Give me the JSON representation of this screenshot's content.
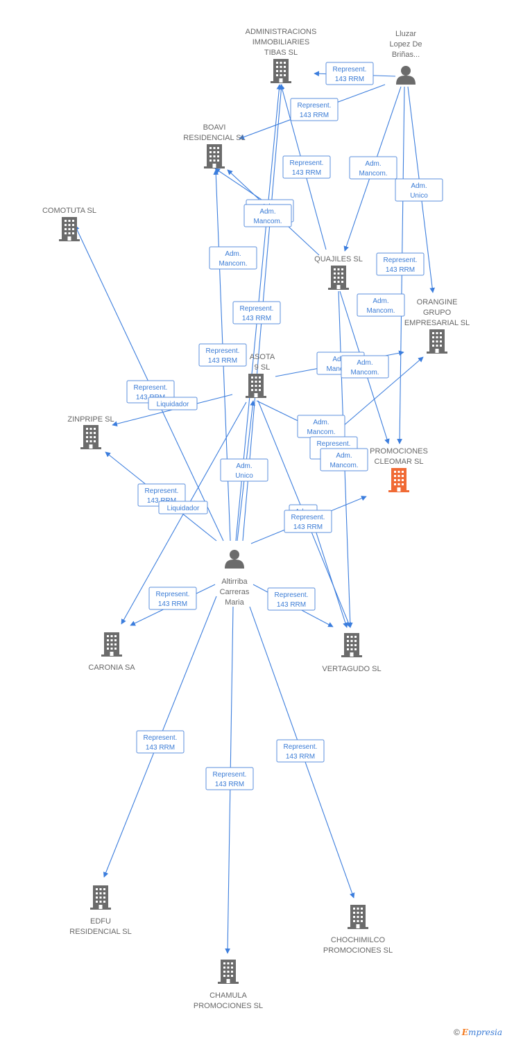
{
  "colors": {
    "edge": "#3b7ddd",
    "building": "#6b6b6b",
    "building_highlight": "#f06a35",
    "person": "#6b6b6b",
    "label": "#666666",
    "edge_label": "#3a7bd5"
  },
  "nodes": [
    {
      "id": "admin",
      "lines": [
        "ADMINISTRACIONS",
        "IMMOBILIARIES",
        "TIBAS SL"
      ],
      "icon": "building-icon"
    },
    {
      "id": "lluzar",
      "lines": [
        "Lluzar",
        "Lopez De",
        "Briñas..."
      ],
      "icon": "person-icon"
    },
    {
      "id": "boavi",
      "lines": [
        "BOAVI",
        "RESIDENCIAL SL"
      ],
      "icon": "building-icon"
    },
    {
      "id": "comotuta",
      "lines": [
        "COMOTUTA SL"
      ],
      "icon": "building-icon"
    },
    {
      "id": "quajiles",
      "lines": [
        "QUAJILES SL"
      ],
      "icon": "building-icon"
    },
    {
      "id": "orangine",
      "lines": [
        "ORANGINE",
        "GRUPO",
        "EMPRESARIAL SL"
      ],
      "icon": "building-icon"
    },
    {
      "id": "asota",
      "lines": [
        "ASOTA",
        "9 SL"
      ],
      "icon": "building-icon"
    },
    {
      "id": "zinpripe",
      "lines": [
        "ZINPRIPE SL"
      ],
      "icon": "building-icon"
    },
    {
      "id": "promociones",
      "lines": [
        "PROMOCIONES",
        "CLEOMAR SL"
      ],
      "icon": "building-icon"
    },
    {
      "id": "altirriba",
      "lines": [
        "Altirriba",
        "Carreras",
        "Maria"
      ],
      "icon": "person-icon"
    },
    {
      "id": "caronia",
      "lines": [
        "CARONIA SA"
      ],
      "icon": "building-icon"
    },
    {
      "id": "vertagudo",
      "lines": [
        "VERTAGUDO SL"
      ],
      "icon": "building-icon"
    },
    {
      "id": "edfu",
      "lines": [
        "EDFU",
        "RESIDENCIAL SL"
      ],
      "icon": "building-icon"
    },
    {
      "id": "chochimilco",
      "lines": [
        "CHOCHIMILCO",
        "PROMOCIONES SL"
      ],
      "icon": "building-icon"
    },
    {
      "id": "chamula",
      "lines": [
        "CHAMULA",
        "PROMOCIONES SL"
      ],
      "icon": "building-icon"
    }
  ],
  "edge_labels": [
    [
      "Represent.",
      "143 RRM"
    ],
    [
      "Represent.",
      "143 RRM"
    ],
    [
      "Adm.",
      "Mancom."
    ],
    [
      "Adm.",
      "Unico"
    ],
    [
      "Represent.",
      "143 RRM"
    ],
    [
      "Adm.",
      "Mancom."
    ],
    [
      "Adm.",
      "Mancom."
    ],
    [
      "Adm.",
      "Mancom."
    ],
    [
      "Represent.",
      "143 RRM"
    ],
    [
      "Adm.",
      "Mancom."
    ],
    [
      "Represent.",
      "143 RRM"
    ],
    [
      "Represent.",
      "143 RRM"
    ],
    [
      "Adm.",
      "Mancom."
    ],
    [
      "Adm.",
      "Mancom."
    ],
    [
      "Represent.",
      "143 RRM"
    ],
    [
      "Liquidador"
    ],
    [
      "Adm.",
      "Mancom."
    ],
    [
      "Represent.",
      "1"
    ],
    [
      "Adm.",
      "Mancom."
    ],
    [
      "Adm.",
      "Unico"
    ],
    [
      "Represent.",
      "143 RRM"
    ],
    [
      "Liquidador"
    ],
    [
      "Adm."
    ],
    [
      "Represent.",
      "143 RRM"
    ],
    [
      "Represent.",
      "143 RRM"
    ],
    [
      "Represent.",
      "143 RRM"
    ],
    [
      "Represent.",
      "143 RRM"
    ],
    [
      "Represent.",
      "143 RRM"
    ],
    [
      "Represent.",
      "143 RRM"
    ]
  ],
  "footer": {
    "copyright": "©",
    "brand_initial": "E",
    "brand_rest": "mpresia"
  }
}
